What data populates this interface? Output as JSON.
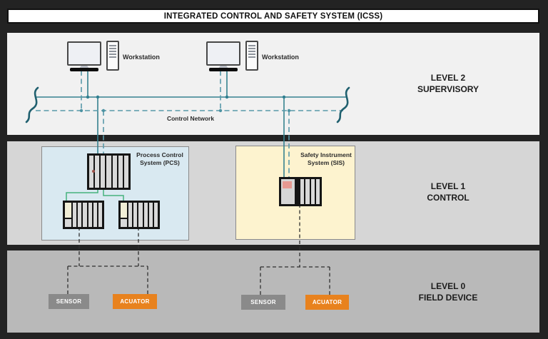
{
  "title": "INTEGRATED CONTROL AND SAFETY SYSTEM (ICSS)",
  "levels": {
    "level2": {
      "line1": "LEVEL 2",
      "line2": "SUPERVISORY"
    },
    "level1": {
      "line1": "LEVEL 1",
      "line2": "CONTROL"
    },
    "level0": {
      "line1": "LEVEL 0",
      "line2": "FIELD DEVICE"
    }
  },
  "supervisory": {
    "workstation1_label": "Workstation",
    "workstation2_label": "Workstation",
    "network_label": "Control Network"
  },
  "control": {
    "pcs": {
      "label_line1": "Process Control",
      "label_line2": "System (PCS)"
    },
    "sis": {
      "label_line1": "Safety Instrument",
      "label_line2": "System (SIS)"
    }
  },
  "field_devices": {
    "pcs_sensor": "SENSOR",
    "pcs_actuator": "ACUATOR",
    "sis_sensor": "SENSOR",
    "sis_actuator": "ACUATOR"
  },
  "colors": {
    "frame_bg": "#232323",
    "level2_bg": "#f1f1f1",
    "level1_bg": "#d6d6d6",
    "level0_bg": "#b9b9b9",
    "network_teal": "#35818f",
    "network_teal_light": "#5899a9",
    "network_break": "#20606f",
    "green_link": "#45b37e",
    "field_dashed": "#2f2f2f",
    "pcs_box": "#d9e9f1",
    "sis_box": "#fdf3cf",
    "sensor_gray": "#8a8a8a",
    "actuator_orange": "#e8821e"
  }
}
